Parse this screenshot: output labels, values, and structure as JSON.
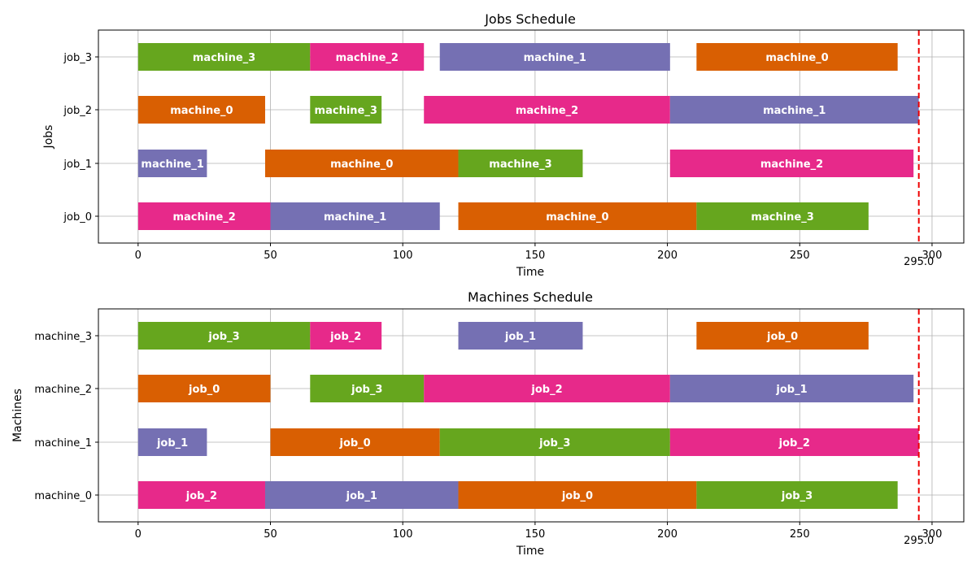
{
  "colors": {
    "machine_0": "#d95f02",
    "machine_1": "#7570b3",
    "machine_2": "#e7298a",
    "machine_3": "#66a61e",
    "makespan_line": "#ee0000"
  },
  "chart_data": [
    {
      "type": "gantt",
      "title": "Jobs Schedule",
      "xlabel": "Time",
      "ylabel": "Jobs",
      "xlim": [
        -15,
        312
      ],
      "xticks": [
        0,
        50,
        100,
        150,
        200,
        250,
        300
      ],
      "rows": [
        "job_0",
        "job_1",
        "job_2",
        "job_3"
      ],
      "grid": true,
      "makespan": 295,
      "makespan_label": "295.0",
      "tasks": [
        {
          "row": "job_0",
          "label": "machine_2",
          "color_key": "machine_2",
          "start": 0,
          "end": 50
        },
        {
          "row": "job_0",
          "label": "machine_1",
          "color_key": "machine_1",
          "start": 50,
          "end": 114
        },
        {
          "row": "job_0",
          "label": "machine_0",
          "color_key": "machine_0",
          "start": 121,
          "end": 211
        },
        {
          "row": "job_0",
          "label": "machine_3",
          "color_key": "machine_3",
          "start": 211,
          "end": 276
        },
        {
          "row": "job_1",
          "label": "machine_1",
          "color_key": "machine_1",
          "start": 0,
          "end": 26
        },
        {
          "row": "job_1",
          "label": "machine_0",
          "color_key": "machine_0",
          "start": 48,
          "end": 121
        },
        {
          "row": "job_1",
          "label": "machine_3",
          "color_key": "machine_3",
          "start": 121,
          "end": 168
        },
        {
          "row": "job_1",
          "label": "machine_2",
          "color_key": "machine_2",
          "start": 201,
          "end": 293
        },
        {
          "row": "job_2",
          "label": "machine_0",
          "color_key": "machine_0",
          "start": 0,
          "end": 48
        },
        {
          "row": "job_2",
          "label": "machine_3",
          "color_key": "machine_3",
          "start": 65,
          "end": 92
        },
        {
          "row": "job_2",
          "label": "machine_2",
          "color_key": "machine_2",
          "start": 108,
          "end": 201
        },
        {
          "row": "job_2",
          "label": "machine_1",
          "color_key": "machine_1",
          "start": 201,
          "end": 295
        },
        {
          "row": "job_3",
          "label": "machine_3",
          "color_key": "machine_3",
          "start": 0,
          "end": 65
        },
        {
          "row": "job_3",
          "label": "machine_2",
          "color_key": "machine_2",
          "start": 65,
          "end": 108
        },
        {
          "row": "job_3",
          "label": "machine_1",
          "color_key": "machine_1",
          "start": 114,
          "end": 201
        },
        {
          "row": "job_3",
          "label": "machine_0",
          "color_key": "machine_0",
          "start": 211,
          "end": 287
        }
      ]
    },
    {
      "type": "gantt",
      "title": "Machines Schedule",
      "xlabel": "Time",
      "ylabel": "Machines",
      "xlim": [
        -15,
        312
      ],
      "xticks": [
        0,
        50,
        100,
        150,
        200,
        250,
        300
      ],
      "rows": [
        "machine_0",
        "machine_1",
        "machine_2",
        "machine_3"
      ],
      "grid": true,
      "makespan": 295,
      "makespan_label": "295.0",
      "tasks": [
        {
          "row": "machine_0",
          "label": "job_2",
          "color_key": "machine_2",
          "start": 0,
          "end": 48
        },
        {
          "row": "machine_0",
          "label": "job_1",
          "color_key": "machine_1",
          "start": 48,
          "end": 121
        },
        {
          "row": "machine_0",
          "label": "job_0",
          "color_key": "machine_0",
          "start": 121,
          "end": 211
        },
        {
          "row": "machine_0",
          "label": "job_3",
          "color_key": "machine_3",
          "start": 211,
          "end": 287
        },
        {
          "row": "machine_1",
          "label": "job_1",
          "color_key": "machine_1",
          "start": 0,
          "end": 26
        },
        {
          "row": "machine_1",
          "label": "job_0",
          "color_key": "machine_0",
          "start": 50,
          "end": 114
        },
        {
          "row": "machine_1",
          "label": "job_3",
          "color_key": "machine_3",
          "start": 114,
          "end": 201
        },
        {
          "row": "machine_1",
          "label": "job_2",
          "color_key": "machine_2",
          "start": 201,
          "end": 295
        },
        {
          "row": "machine_2",
          "label": "job_0",
          "color_key": "machine_0",
          "start": 0,
          "end": 50
        },
        {
          "row": "machine_2",
          "label": "job_3",
          "color_key": "machine_3",
          "start": 65,
          "end": 108
        },
        {
          "row": "machine_2",
          "label": "job_2",
          "color_key": "machine_2",
          "start": 108,
          "end": 201
        },
        {
          "row": "machine_2",
          "label": "job_1",
          "color_key": "machine_1",
          "start": 201,
          "end": 293
        },
        {
          "row": "machine_3",
          "label": "job_3",
          "color_key": "machine_3",
          "start": 0,
          "end": 65
        },
        {
          "row": "machine_3",
          "label": "job_2",
          "color_key": "machine_2",
          "start": 65,
          "end": 92
        },
        {
          "row": "machine_3",
          "label": "job_1",
          "color_key": "machine_1",
          "start": 121,
          "end": 168
        },
        {
          "row": "machine_3",
          "label": "job_0",
          "color_key": "machine_0",
          "start": 211,
          "end": 276
        }
      ]
    }
  ]
}
